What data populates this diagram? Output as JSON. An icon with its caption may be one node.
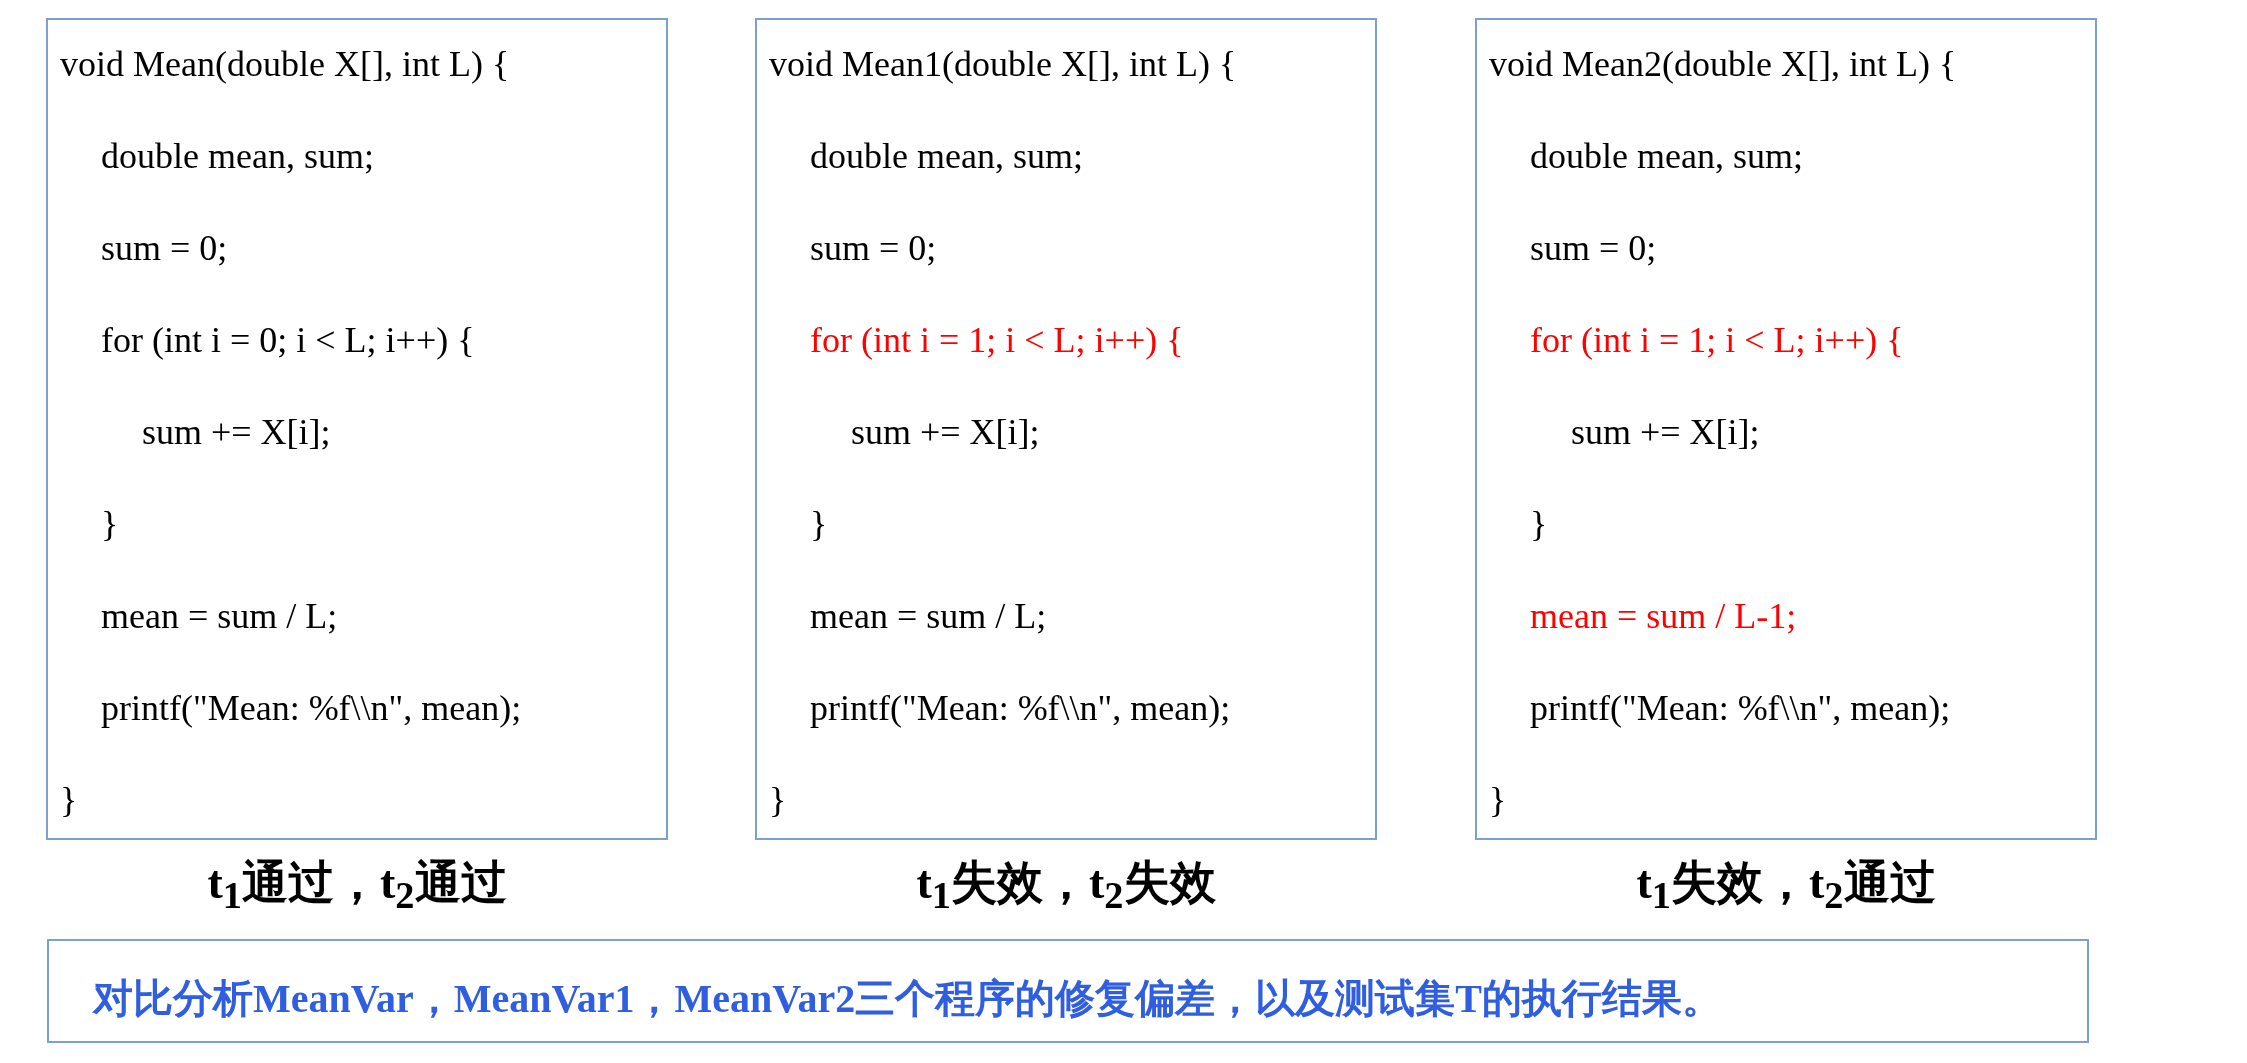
{
  "diagram": {
    "nodes": [
      {
        "text": [
          "void Mean(double X[], int L) {",
          "double mean, sum;",
          "sum = 0;",
          "for (int i = 0; i < L; i++) {",
          "sum += X[i];",
          "}",
          "mean = sum / L;",
          "printf(\"Mean: %f\\\\n\", mean);",
          "}"
        ],
        "beside": [
          "t$_{1}$通过，t$_{2}$通过"
        ]
      },
      {
        "text": [
          "void Mean1(double X[], int L) {",
          "double mean, sum;",
          "sum = 0;",
          "for (int i = 1; i < L; i++) {",
          "sum += X[i];",
          "}",
          "mean = sum / L;",
          "printf(\"Mean: %f\\\\n\", mean);",
          "}"
        ],
        "beside": [
          "t$_{1}$失效，t$_{2}$失效"
        ]
      },
      {
        "text": [
          "void Mean2(double X[], int L) {",
          "double mean, sum;",
          "sum = 0;",
          "for (int i = 1; i < L; i++) {",
          "sum += X[i];",
          "}",
          "mean = sum / L-1;",
          "printf(\"Mean: %f\\\\n\", mean);",
          "}"
        ],
        "beside": [
          "t$_{1}$失效，t$_{2}$通过"
        ]
      },
      {
        "text": [
          "对比分析MeanVar，MeanVar1，MeanVar2三个程序的修复偏差，以及测试集T的执行结果。"
        ]
      }
    ]
  }
}
